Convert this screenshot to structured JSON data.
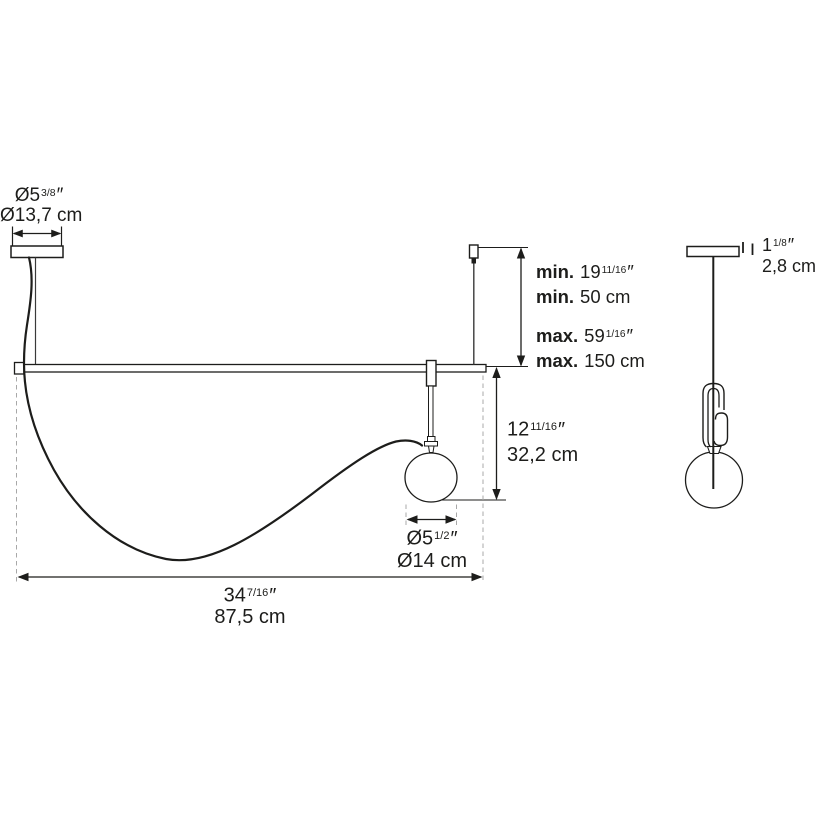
{
  "colors": {
    "ink": "#1d1d1b",
    "dash": "#a8a8a8",
    "background": "#ffffff"
  },
  "main_view": {
    "canopy_dimension": {
      "imperial_value": "Ø5",
      "imperial_fraction": "3/8",
      "imperial_unit": "″",
      "metric": "Ø13,7 cm"
    },
    "suspension_dimension": {
      "rows": [
        {
          "label": "min.",
          "value": "19",
          "fraction": "11/16",
          "unit": "″"
        },
        {
          "label": "min.",
          "value": "50 cm",
          "fraction": "",
          "unit": ""
        },
        {
          "label": "max.",
          "value": "59",
          "fraction": "1/16",
          "unit": "″"
        },
        {
          "label": "max.",
          "value": "150 cm",
          "fraction": "",
          "unit": ""
        }
      ]
    },
    "drop_dimension": {
      "imperial_value": "12",
      "imperial_fraction": "11/16",
      "imperial_unit": "″",
      "metric": "32,2 cm"
    },
    "sphere_dimension": {
      "imperial_value": "Ø5",
      "imperial_fraction": "1/2",
      "imperial_unit": "″",
      "metric": "Ø14 cm"
    },
    "width_dimension": {
      "imperial_value": "34",
      "imperial_fraction": "7/16",
      "imperial_unit": "″",
      "metric": "87,5 cm"
    }
  },
  "side_view": {
    "canopy_height_dimension": {
      "imperial_value": "1",
      "imperial_fraction": "1/8",
      "imperial_unit": "″",
      "metric": "2,8 cm"
    }
  }
}
